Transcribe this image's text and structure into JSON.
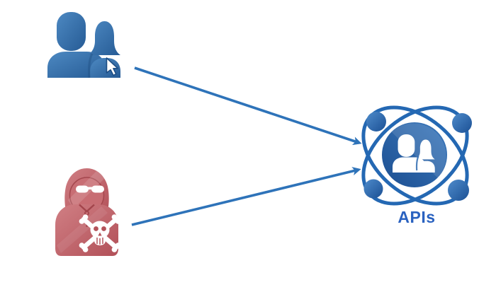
{
  "diagram": {
    "background": "#ffffff",
    "api": {
      "label": "APIs",
      "label_color": "#2a62c0",
      "icon": "api-network-users-icon",
      "primary_color": "#2468b3"
    },
    "users": {
      "icon": "users-icon",
      "cursor_icon": "mouse-cursor-icon",
      "primary_color": "#336ba6"
    },
    "attacker": {
      "icon": "hooded-hacker-icon",
      "glasses_icon": "sunglasses-icon",
      "badge_icon": "skull-crossbones-icon",
      "primary_color": "#bf5a60"
    },
    "arrows": {
      "color": "#2e73b9",
      "edges": [
        {
          "from": "users",
          "to": "api"
        },
        {
          "from": "attacker",
          "to": "api"
        }
      ]
    }
  }
}
